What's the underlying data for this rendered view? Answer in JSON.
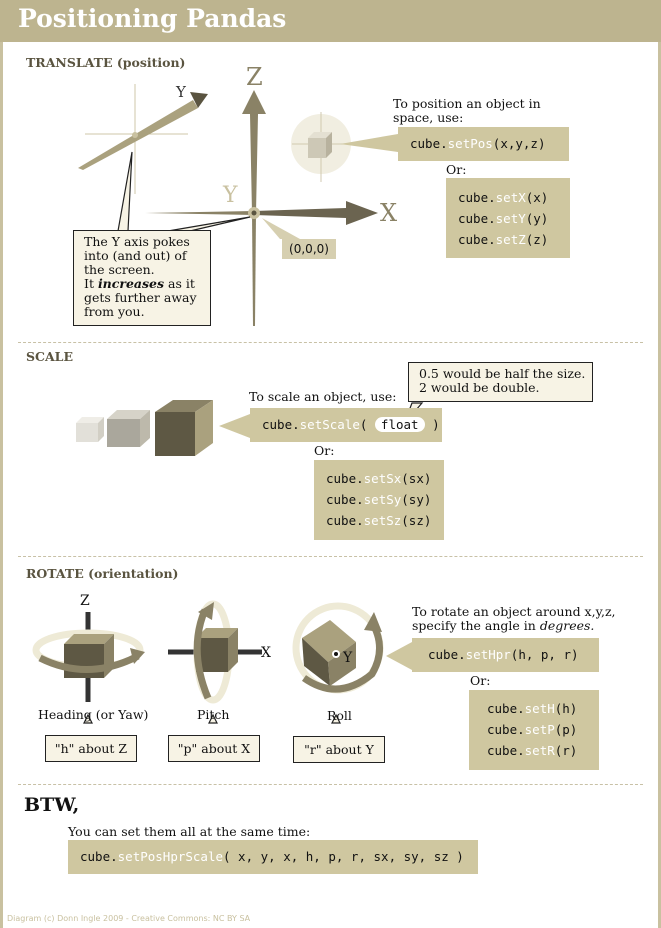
{
  "title": "Positioning Pandas",
  "translate": {
    "heading": "TRANSLATE (position)",
    "axis_z": "Z",
    "axis_x": "X",
    "axis_y": "Y",
    "axis_y_small": "Y",
    "origin": "(0,0,0)",
    "y_note": {
      "line1": "The Y axis pokes",
      "line2": "into (and out) of",
      "line3": "the screen.",
      "line4_prefix": "It ",
      "line4_em": "increases",
      "line4_suffix": " as it",
      "line5": "gets further away",
      "line6": "from you."
    },
    "intro_line1": "To position an object in",
    "intro_line2": "space, use:",
    "setpos": {
      "obj": "cube.",
      "method": "setPos",
      "args": "(x,y,z)"
    },
    "or": "Or:",
    "alts": [
      {
        "obj": "cube.",
        "method": "setX",
        "args": "(x)"
      },
      {
        "obj": "cube.",
        "method": "setY",
        "args": "(y)"
      },
      {
        "obj": "cube.",
        "method": "setZ",
        "args": "(z)"
      }
    ]
  },
  "scale": {
    "heading": "SCALE",
    "intro": "To scale an object, use:",
    "setscale": {
      "obj": "cube.",
      "method": "setScale",
      "open": "( ",
      "arg": "float",
      "close": " )"
    },
    "tip_line1": "0.5 would be half the size.",
    "tip_line2": "2 would be double.",
    "or": "Or:",
    "alts": [
      {
        "obj": "cube.",
        "method": "setSx",
        "args": "(sx)"
      },
      {
        "obj": "cube.",
        "method": "setSy",
        "args": "(sy)"
      },
      {
        "obj": "cube.",
        "method": "setSz",
        "args": "(sz)"
      }
    ]
  },
  "rotate": {
    "heading": "ROTATE (orientation)",
    "axis_z": "Z",
    "axis_x": "X",
    "axis_y": "Y",
    "heading_label": "Heading (or Yaw)",
    "pitch_label": "Pitch",
    "roll_label": "Roll",
    "h_note": "\"h\" about Z",
    "p_note": "\"p\" about X",
    "r_note": "\"r\" about Y",
    "intro_line1": "To rotate an object around x,y,z,",
    "intro_line2": "specify the angle in ",
    "intro_em": "degrees.",
    "sethpr": {
      "obj": "cube.",
      "method": "setHpr",
      "args": "(h, p, r)"
    },
    "or": "Or:",
    "alts": [
      {
        "obj": "cube.",
        "method": "setH",
        "args": "(h)"
      },
      {
        "obj": "cube.",
        "method": "setP",
        "args": "(p)"
      },
      {
        "obj": "cube.",
        "method": "setR",
        "args": "(r)"
      }
    ]
  },
  "btw": {
    "heading": "BTW,",
    "text": "You can set them all at the same time:",
    "code": {
      "obj": "cube.",
      "method": "setPosHprScale",
      "args": "( x, y, x, h, p, r, sx, sy, sz )"
    }
  },
  "credit": "Diagram (c) Donn Ingle 2009 - Creative Commons: NC BY SA",
  "colors": {
    "header": "#bdb48f",
    "code_bg": "#cfc7a0",
    "axis": "#8a8266",
    "note_bg": "#f7f3e5",
    "cube_dark": "#5e5844"
  }
}
